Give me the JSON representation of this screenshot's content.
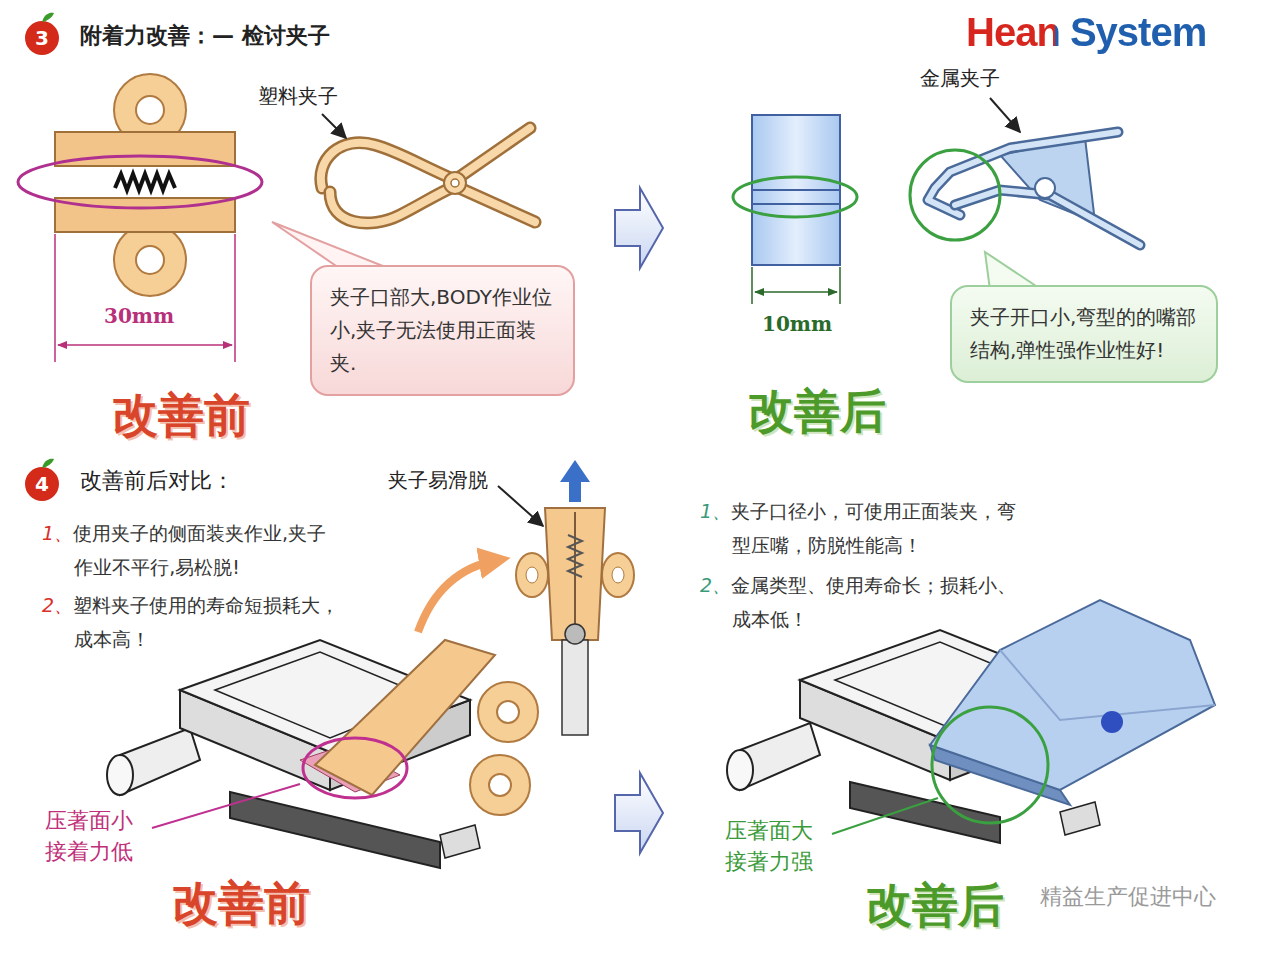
{
  "diagram": {
    "title": "附着力改善：— 检讨夹子",
    "nodes": [
      {
        "text": [
          "夹子口部大,BODY作业位小,夹子无法使用正面装夹."
        ]
      },
      {
        "text": [
          "夹子开口小,弯型的的嘴部结构,弹性强作业性好!"
        ]
      }
    ],
    "labels": [
      "3",
      "Hean System",
      "塑料夹子",
      "30mm",
      "改善前",
      "金属夹子",
      "10mm",
      "改善后",
      "4",
      "改善前后对比：",
      "1、使用夹子的侧面装夹作业,夹子作业不平行,易松脱!",
      "2、塑料夹子使用的寿命短损耗大，成本高！",
      "夹子易滑脱",
      "压著面小 接着力低",
      "改善前",
      "1、夹子口径小，可使用正面装夹，弯型压嘴，防脱性能高！",
      "2、金属类型、使用寿命长；损耗小、成本低！",
      "压著面大 接著力强",
      "改善后",
      "精益生产促进中心"
    ]
  }
}
